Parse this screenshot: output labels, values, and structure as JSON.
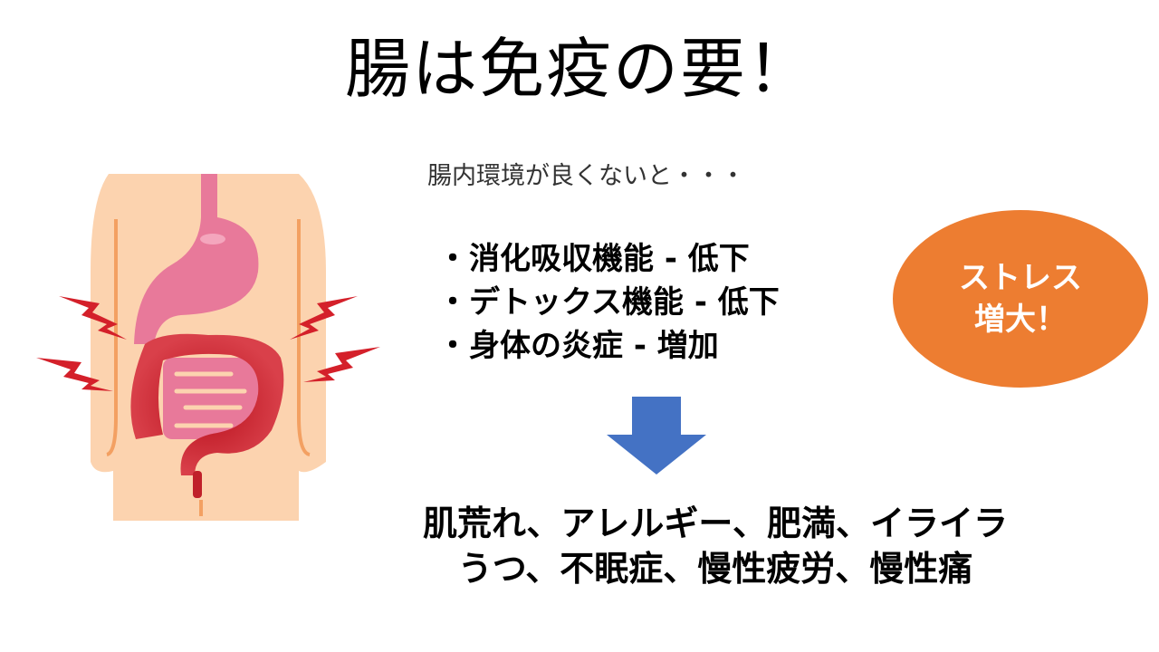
{
  "slide": {
    "title": "腸は免疫の要！",
    "subtitle": "腸内環境が良くないと・・・",
    "bullets": [
      {
        "marker": "・",
        "text": "消化吸収機能 - 低下"
      },
      {
        "marker": "・",
        "text": "デトックス機能 - 低下"
      },
      {
        "marker": "・",
        "text": "身体の炎症 - 増加"
      }
    ],
    "callout": {
      "line1": "ストレス",
      "line2": "増大！",
      "color": "#ed7d31"
    },
    "arrow": {
      "icon": "down-arrow-icon",
      "color": "#4472c4"
    },
    "results": {
      "line1": "肌荒れ、アレルギー、肥満、イライラ",
      "line2": "うつ、不眠症、慢性疲労、慢性痛"
    },
    "illustration": {
      "icon": "inflamed-intestine-illustration",
      "skin_color": "#fbd0aa",
      "stomach_color": "#e8799a",
      "inflammation_color": "#c0202a"
    }
  }
}
